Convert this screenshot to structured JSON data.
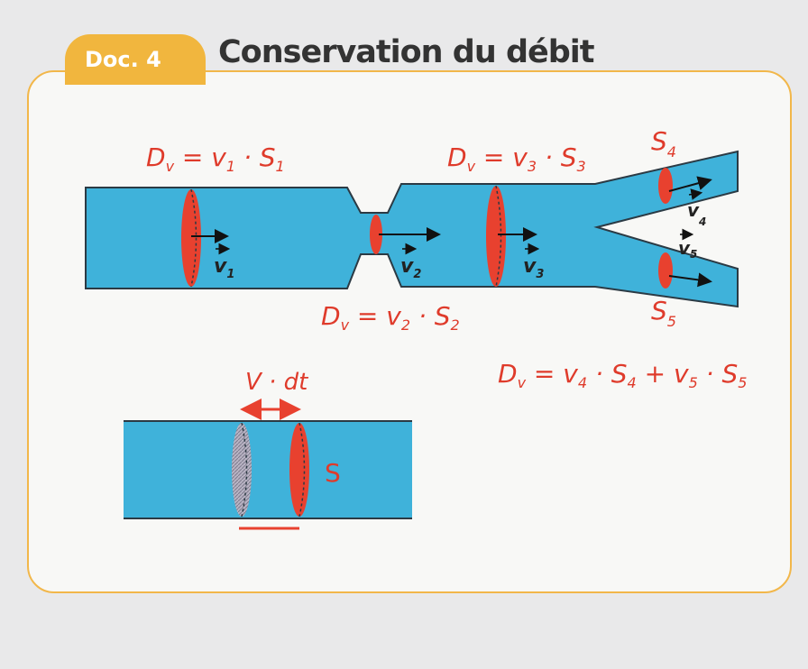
{
  "header": {
    "badge": "Doc. 4",
    "title": "Conservation du débit"
  },
  "equations": {
    "eq1": {
      "prefix": "D",
      "sub_v": "v",
      "eq": " = v",
      "sub1": "1",
      "dot": " · S",
      "sub2": "1"
    },
    "eq2": {
      "prefix": "D",
      "sub_v": "v",
      "eq": " = v",
      "sub1": "2",
      "dot": " · S",
      "sub2": "2"
    },
    "eq3": {
      "prefix": "D",
      "sub_v": "v",
      "eq": " = v",
      "sub1": "3",
      "dot": " · S",
      "sub2": "3"
    },
    "eq_total": {
      "prefix": "D",
      "sub_v": "v",
      "part1": " = v",
      "s4v": "4",
      "part2": " · S",
      "s4s": "4",
      "part3": " + v",
      "s5v": "5",
      "part4": " · S",
      "s5s": "5"
    }
  },
  "section_labels": {
    "S4": {
      "text": "S",
      "sub": "4"
    },
    "S5": {
      "text": "S",
      "sub": "5"
    }
  },
  "velocities": {
    "v1": {
      "text": "v",
      "sub": "1"
    },
    "v2": {
      "text": "v",
      "sub": "2"
    },
    "v3": {
      "text": "v",
      "sub": "3"
    },
    "v4": {
      "text": "v",
      "sub": "4"
    },
    "v5": {
      "text": "v",
      "sub": "5"
    }
  },
  "volume_diagram": {
    "length_label": "V · dt",
    "surface_label": "S"
  },
  "colors": {
    "pipe": "#3fb2da",
    "section": "#e8412f",
    "accent": "#f2b74a"
  }
}
